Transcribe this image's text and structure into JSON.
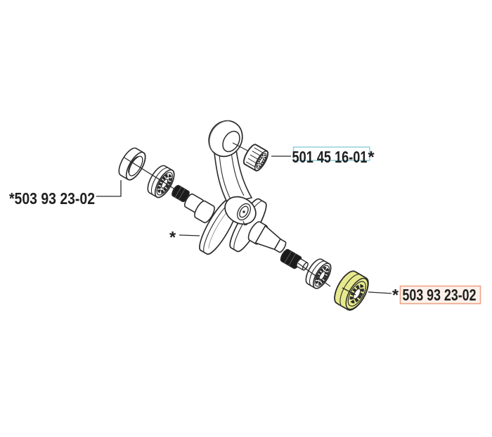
{
  "diagram": {
    "description": "Exploded parts diagram of a crankshaft assembly with connecting rod and bearings",
    "parts": {
      "left_bearing_set": {
        "label": "*503 93 23-02"
      },
      "needle_bearing": {
        "number": "501 45 16-01",
        "suffix": "*"
      },
      "right_bearing": {
        "prefix": "*",
        "number": "503 93 23-02"
      },
      "crankshaft_marker": "*"
    },
    "colors": {
      "highlight_yellow": "#e7ea8c",
      "box_blue_border": "#97d3e0",
      "box_orange_border": "#eba488",
      "box_orange_fill": "#fdf0ea",
      "line": "#2b2b2b"
    }
  }
}
